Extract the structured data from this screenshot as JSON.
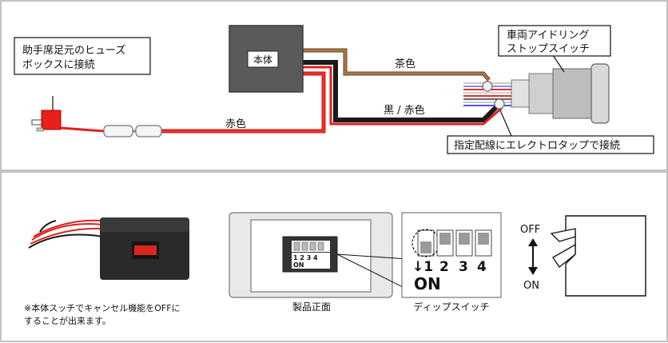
{
  "wiring": {
    "fuse_box_label_line1": "助手席足元のヒューズ",
    "fuse_box_label_line2": "ボックスに接続",
    "unit_label": "本体",
    "wire_brown_label": "茶色",
    "wire_red_label": "赤色",
    "wire_black_red_label": "黒 / 赤色",
    "switch_label_line1": "車両アイドリング",
    "switch_label_line2": "ストップスイッチ",
    "tap_label": "指定配線にエレクトロタップで接続"
  },
  "photo": {
    "note_line1": "※本体スッチでキャンセル機能をOFFに",
    "note_line2": "することが出来ます。"
  },
  "front_view": {
    "caption": "製品正面",
    "mini_numbers": "1 2 3 4",
    "mini_on": "ON"
  },
  "dip_switch": {
    "caption": "ディップスイッチ",
    "numbers": [
      "↓1",
      "2",
      "3",
      "4"
    ],
    "on_label": "ON"
  },
  "toggle": {
    "off_label": "OFF",
    "on_label": "ON"
  },
  "colors": {
    "wire_red": "#e0201c",
    "wire_brown": "#8b5a2b",
    "wire_black": "#1a1a1a",
    "unit_body": "#555555"
  }
}
